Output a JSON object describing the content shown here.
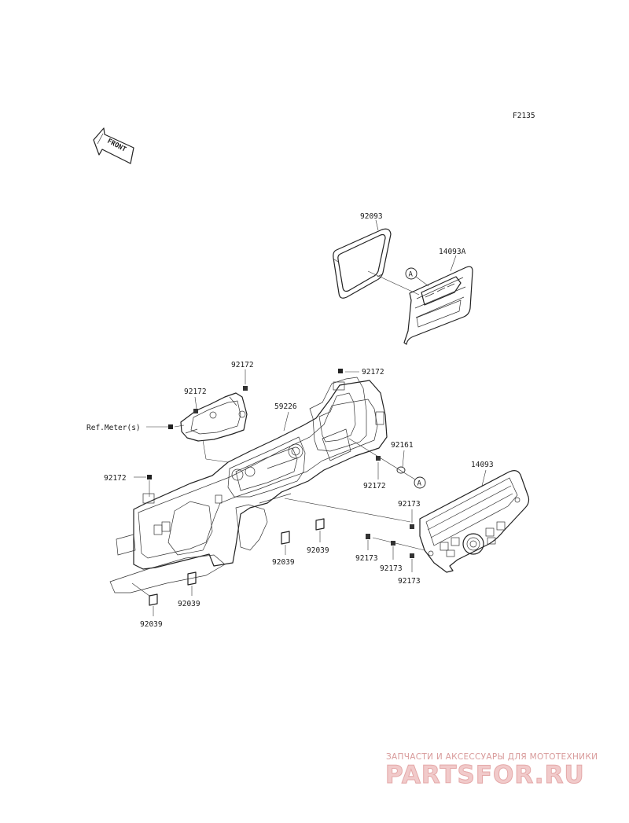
{
  "figure_code": "F2135",
  "front_arrow_label": "FRONT",
  "callout_letter": "A",
  "labels": {
    "p92093": "92093",
    "p14093A": "14093A",
    "p92172_top_right": "92172",
    "p92172_upper_left": "92172",
    "p92172_bracket": "92172",
    "ref_meters": "Ref.Meter(s)",
    "p59226": "59226",
    "p92161": "92161",
    "p92172_mid": "92172",
    "p14093": "14093",
    "p92172_left": "92172",
    "p92173_a": "92173",
    "p92173_b": "92173",
    "p92173_c": "92173",
    "p92173_d": "92173",
    "p92039_a": "92039",
    "p92039_b": "92039",
    "p92039_c": "92039",
    "p92039_d": "92039"
  },
  "watermark": {
    "line1": "ЗАПЧАСТИ И АКСЕССУАРЫ ДЛЯ МОТОТЕХНИКИ",
    "line2": "PARTSFOR.RU"
  }
}
